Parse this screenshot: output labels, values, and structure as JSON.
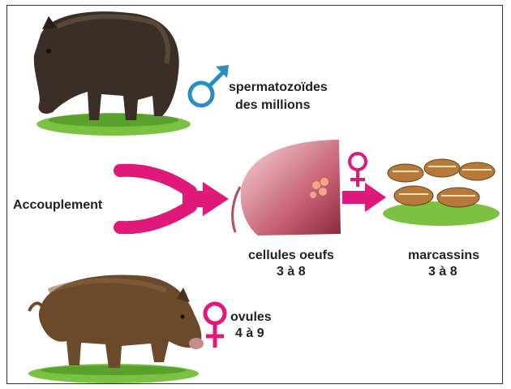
{
  "labels": {
    "male": [
      "spermatozoïdes",
      "des millions"
    ],
    "mating": "Accouplement",
    "eggs": [
      "cellules oeufs",
      "3 à 8"
    ],
    "piglets": [
      "marcassins",
      "3 à 8"
    ],
    "female": [
      "ovules",
      "4 à 9"
    ]
  },
  "colors": {
    "accent": "#e0187a",
    "male_symbol": "#2a8fc0",
    "female_symbol": "#e0187a",
    "grass": "#7cc242"
  },
  "icons": [
    "male-symbol-icon",
    "female-symbol-icon",
    "arrow-icon"
  ]
}
